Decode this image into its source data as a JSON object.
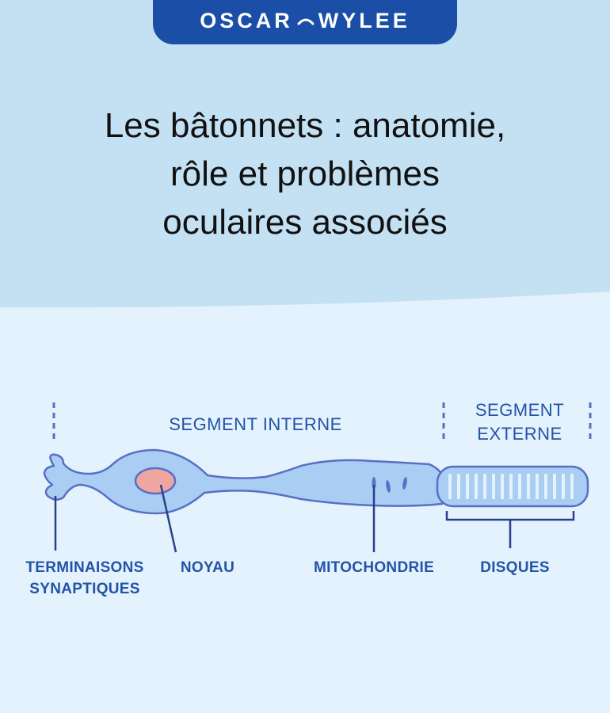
{
  "brand": {
    "logo_left": "OSCAR",
    "logo_right": "WYLEE"
  },
  "title_lines": [
    "Les bâtonnets : anatomie,",
    "rôle et problèmes",
    "oculaires associés"
  ],
  "diagram": {
    "segment_interne": "SEGMENT INTERNE",
    "segment_externe": [
      "SEGMENT",
      "EXTERNE"
    ],
    "labels": {
      "terminaisons": [
        "TERMINAISONS",
        "SYNAPTIQUES"
      ],
      "noyau": "NOYAU",
      "mitochondrie": "MITOCHONDRIE",
      "disques": "DISQUES"
    }
  },
  "colors": {
    "brand_blue": "#1b4fa7",
    "header_bg": "#c4e0f3",
    "page_bg": "#e3f2fd",
    "cell_fill": "#a9cdf3",
    "cell_outline": "#5a6fc4",
    "nucleus": "#f0a6a0",
    "label_text": "#2353a8"
  }
}
